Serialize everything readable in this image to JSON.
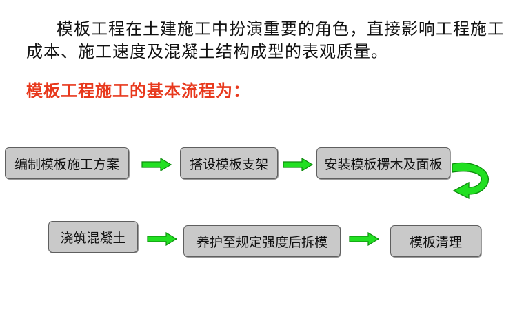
{
  "intro": "模板工程在土建施工中扮演重要的角色，直接影响工程施工成本、施工速度及混凝土结构成型的表观质量。",
  "heading": "模板工程施工的基本流程为：",
  "colors": {
    "heading": "#e8391d",
    "box_fill": "#c9c9c9",
    "box_border": "#5f5f5f",
    "arrow_fill": "#22e022",
    "arrow_stroke": "#0c8c0c"
  },
  "flow": {
    "steps": [
      "编制模板施工方案",
      "搭设模板支架",
      "安装模板楞木及面板",
      "浇筑混凝土",
      "养护至规定强度后拆模",
      "模板清理"
    ]
  }
}
